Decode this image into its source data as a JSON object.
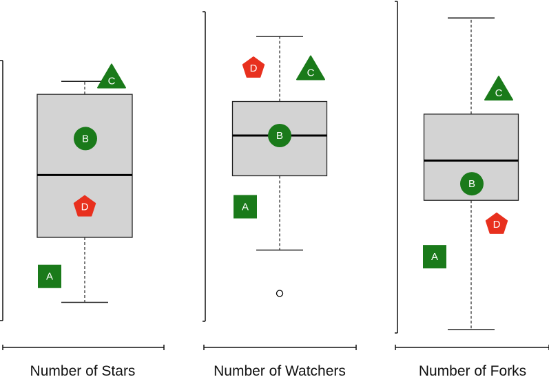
{
  "chart_data": [
    {
      "type": "boxplot",
      "xlabel": "Number of Stars",
      "ylim": [
        0,
        100
      ],
      "box": {
        "whisker_low": 7,
        "q1": 32,
        "median": 56,
        "q3": 87,
        "whisker_high": 92
      },
      "outliers": [],
      "markers": [
        {
          "label": "A",
          "shape": "square",
          "color": "#1a7a1a",
          "value": 17
        },
        {
          "label": "B",
          "shape": "circle",
          "color": "#1a7a1a",
          "value": 70
        },
        {
          "label": "C",
          "shape": "triangle",
          "color": "#1a7a1a",
          "value": 93
        },
        {
          "label": "D",
          "shape": "pentagon",
          "color": "#e8301e",
          "value": 44
        }
      ]
    },
    {
      "type": "boxplot",
      "xlabel": "Number of Watchers",
      "ylim": [
        0,
        100
      ],
      "box": {
        "whisker_low": 23,
        "q1": 47,
        "median": 60,
        "q3": 71,
        "whisker_high": 92
      },
      "outliers": [
        9
      ],
      "markers": [
        {
          "label": "A",
          "shape": "square",
          "color": "#1a7a1a",
          "value": 37
        },
        {
          "label": "B",
          "shape": "circle",
          "color": "#1a7a1a",
          "value": 60
        },
        {
          "label": "C",
          "shape": "triangle",
          "color": "#1a7a1a",
          "value": 81
        },
        {
          "label": "D",
          "shape": "pentagon",
          "color": "#e8301e",
          "value": 82
        }
      ]
    },
    {
      "type": "boxplot",
      "xlabel": "Number of Forks",
      "ylim": [
        0,
        100
      ],
      "box": {
        "whisker_low": 1,
        "q1": 40,
        "median": 52,
        "q3": 66,
        "whisker_high": 95
      },
      "outliers": [],
      "markers": [
        {
          "label": "A",
          "shape": "square",
          "color": "#1a7a1a",
          "value": 23
        },
        {
          "label": "B",
          "shape": "circle",
          "color": "#1a7a1a",
          "value": 45
        },
        {
          "label": "C",
          "shape": "triangle",
          "color": "#1a7a1a",
          "value": 73
        },
        {
          "label": "D",
          "shape": "pentagon",
          "color": "#e8301e",
          "value": 33
        }
      ]
    }
  ],
  "colors": {
    "box_fill": "#d3d3d3",
    "box_stroke": "#222222",
    "green": "#1a7a1a",
    "red": "#e8301e"
  }
}
